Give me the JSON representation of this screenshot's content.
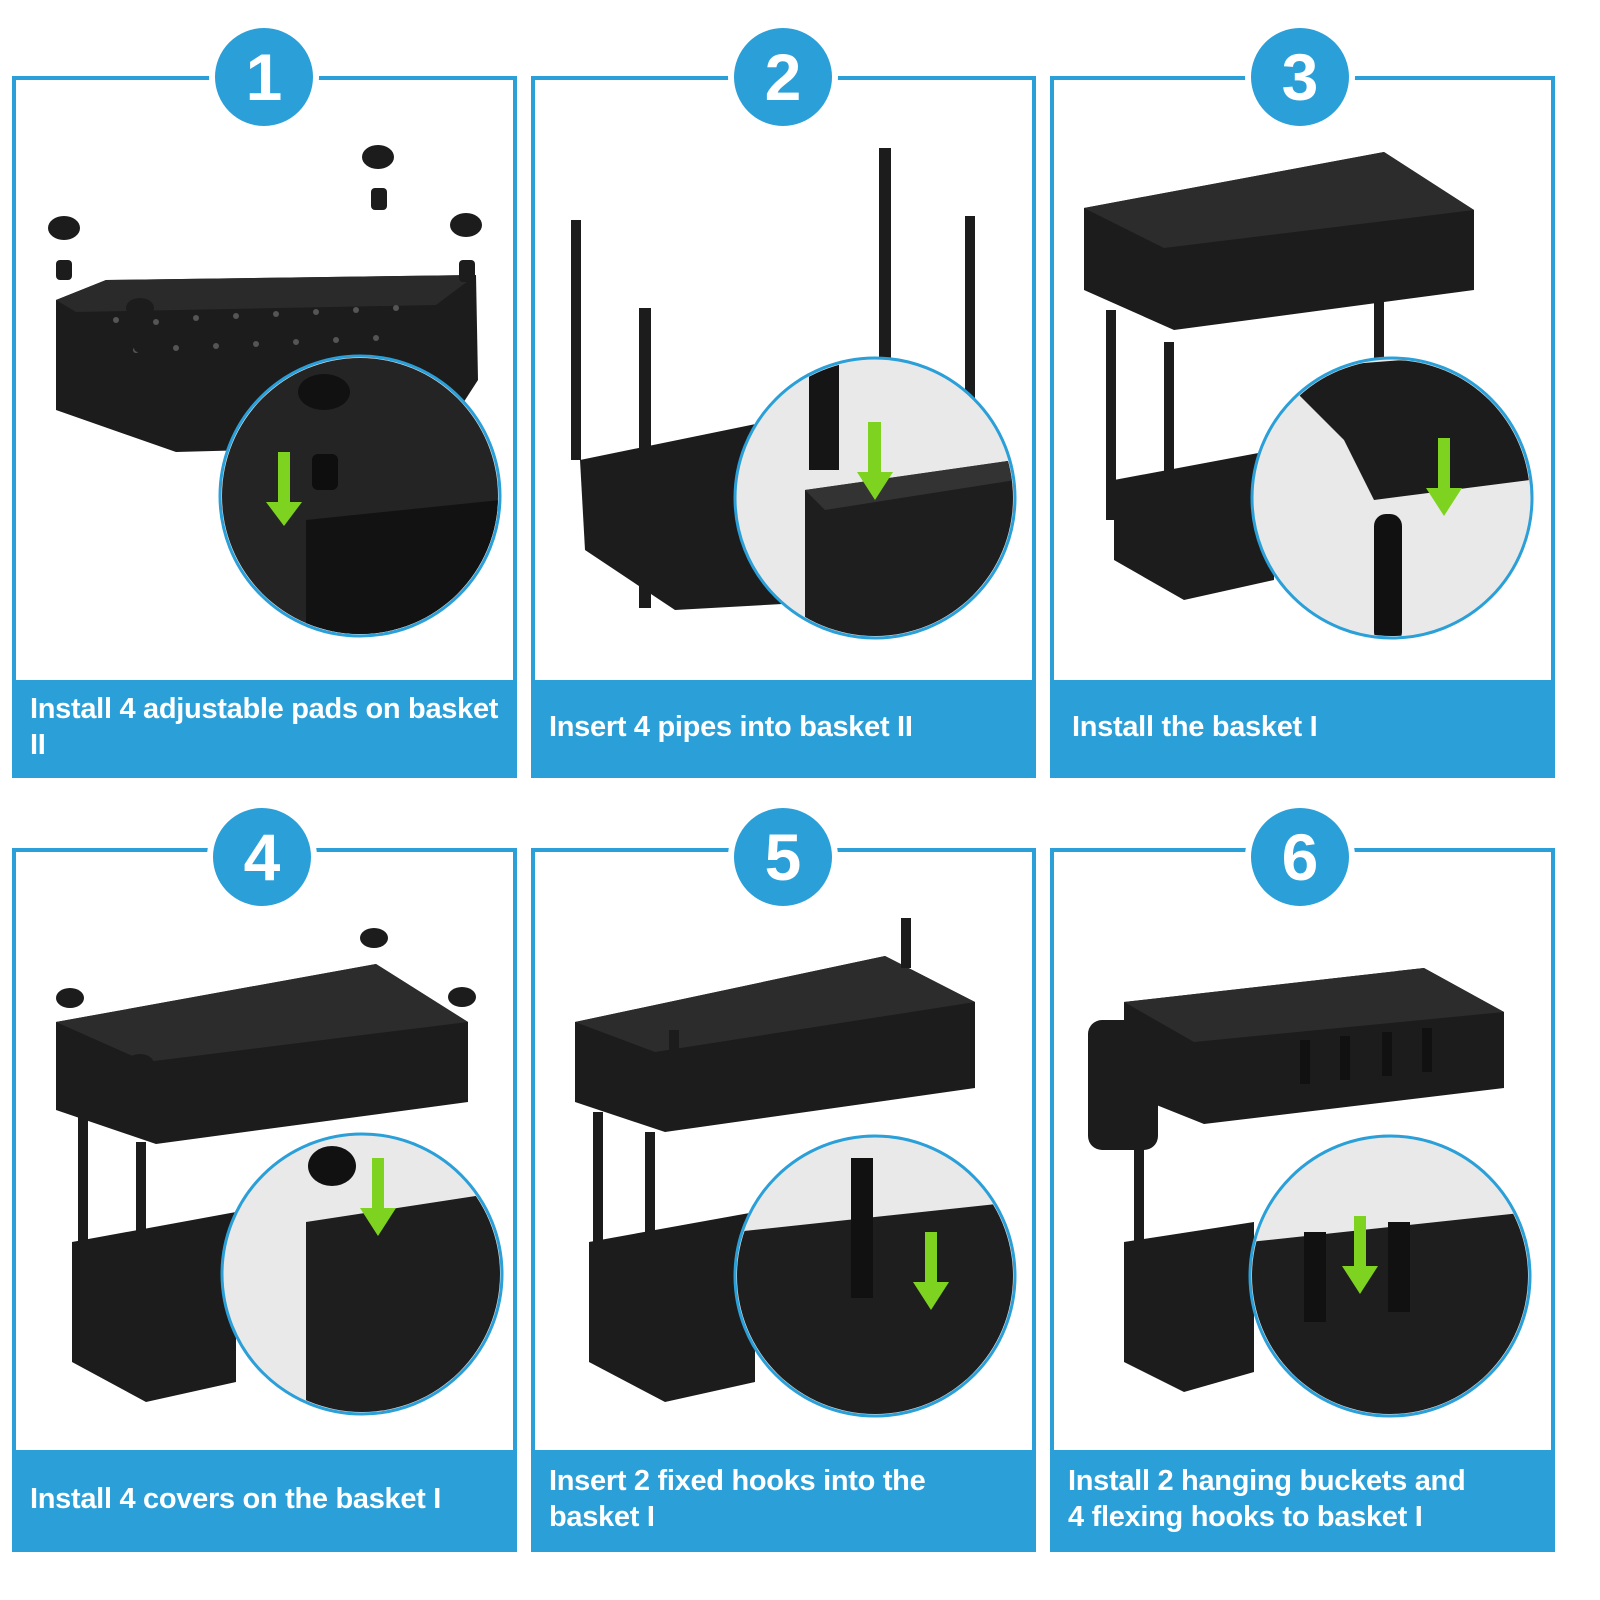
{
  "colors": {
    "accent": "#2a9fd8",
    "arrow": "#7ed321",
    "product": "#1c1c1c"
  },
  "steps": [
    {
      "number": "1",
      "caption": "Install 4 adjustable pads on basket II"
    },
    {
      "number": "2",
      "caption": "Insert 4 pipes into basket II"
    },
    {
      "number": "3",
      "caption": "Install the basket I"
    },
    {
      "number": "4",
      "caption": "Install 4 covers on the basket I"
    },
    {
      "number": "5",
      "caption": "Insert 2 fixed hooks into the basket I"
    },
    {
      "number": "6",
      "caption_line1": "Install 2 hanging buckets and",
      "caption_line2": "4 flexing hooks to basket I"
    }
  ]
}
